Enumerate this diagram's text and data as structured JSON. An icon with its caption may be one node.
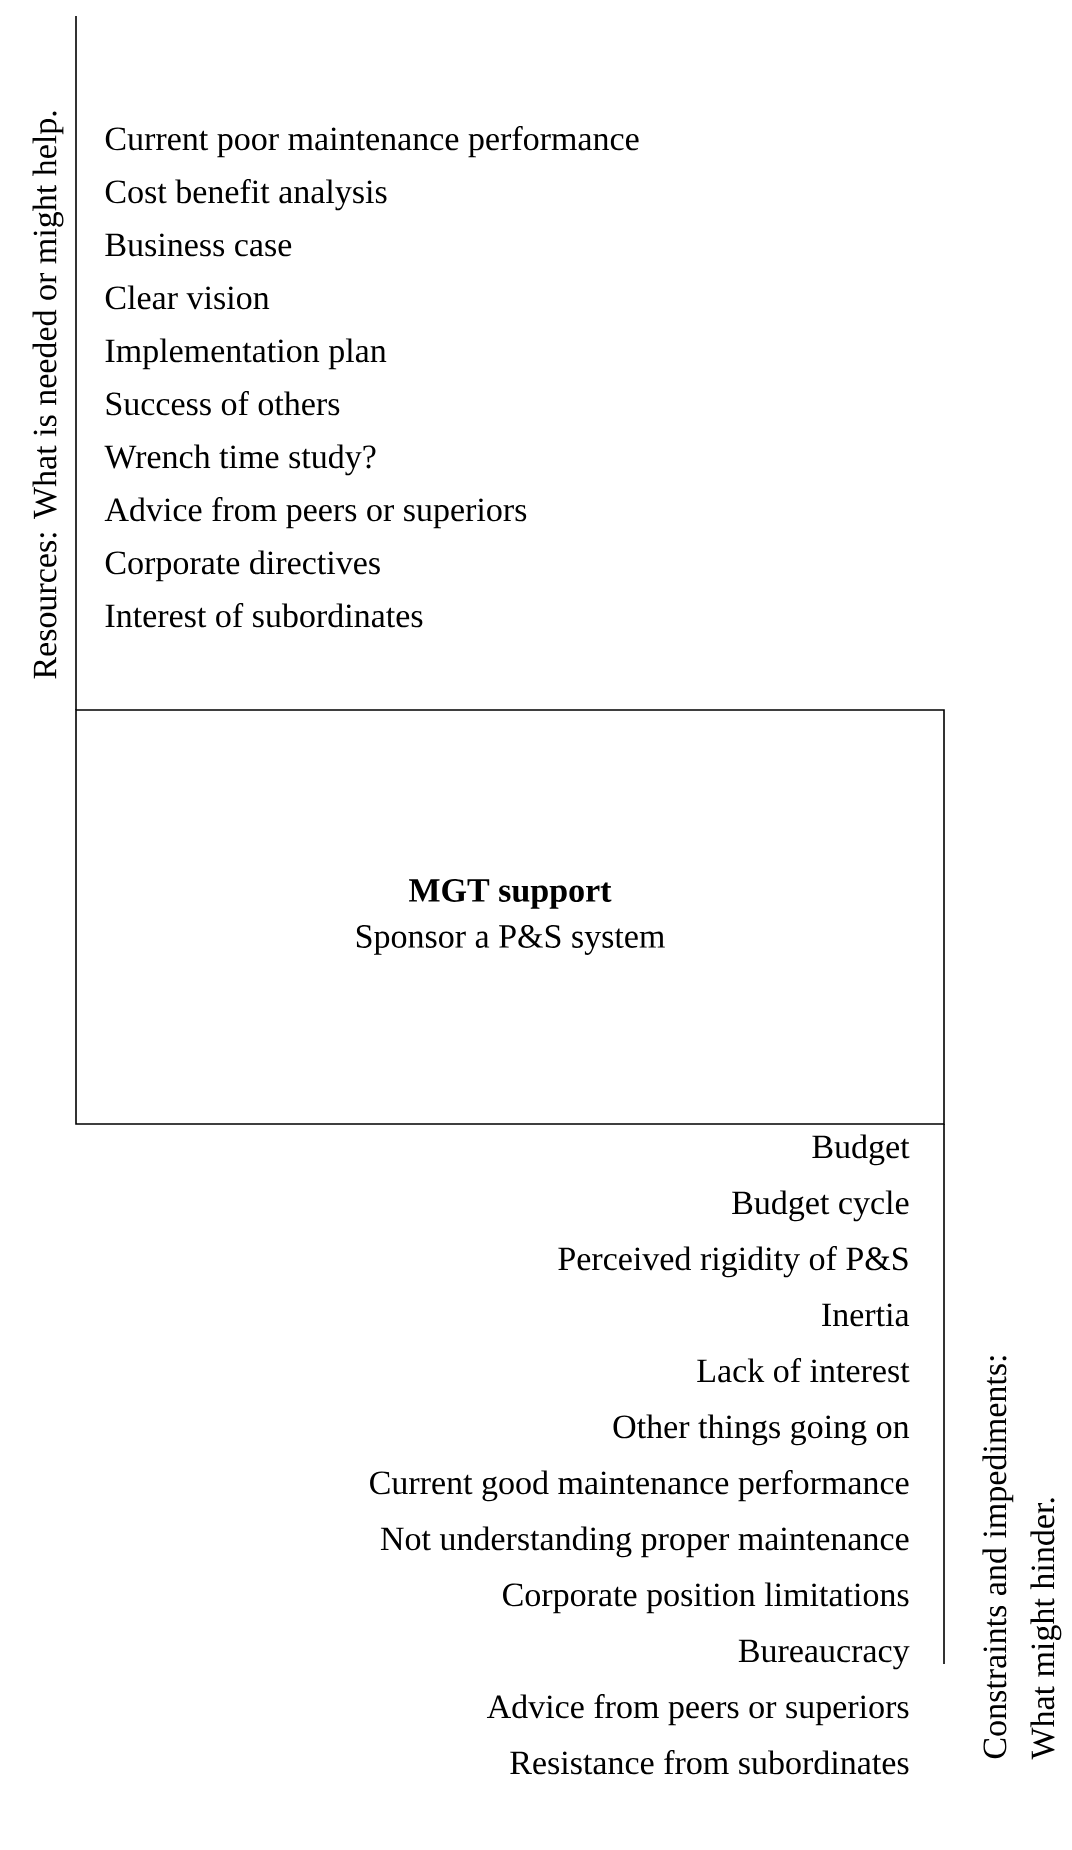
{
  "diagram": {
    "nodes": [
      {
        "text": [
          "MGT support",
          "Sponsor a P&S system"
        ]
      }
    ],
    "labels": [
      "Resources:  What is needed or might help.",
      "Current poor maintenance performance",
      "Cost benefit analysis",
      "Business case",
      "Clear vision",
      "Implementation plan",
      "Success of others",
      "Wrench time study?",
      "Advice from peers or superiors",
      "Corporate directives",
      "Interest of subordinates",
      "Budget",
      "Budget cycle",
      "Perceived rigidity of P&S",
      "Inertia",
      "Lack of interest",
      "Other things going on",
      "Current good maintenance performance",
      "Not understanding proper maintenance",
      "Corporate position limitations",
      "Bureaucracy",
      "Advice from peers or superiors",
      "Resistance from subordinates",
      "Constraints and impediments:",
      "What might hinder."
    ]
  }
}
